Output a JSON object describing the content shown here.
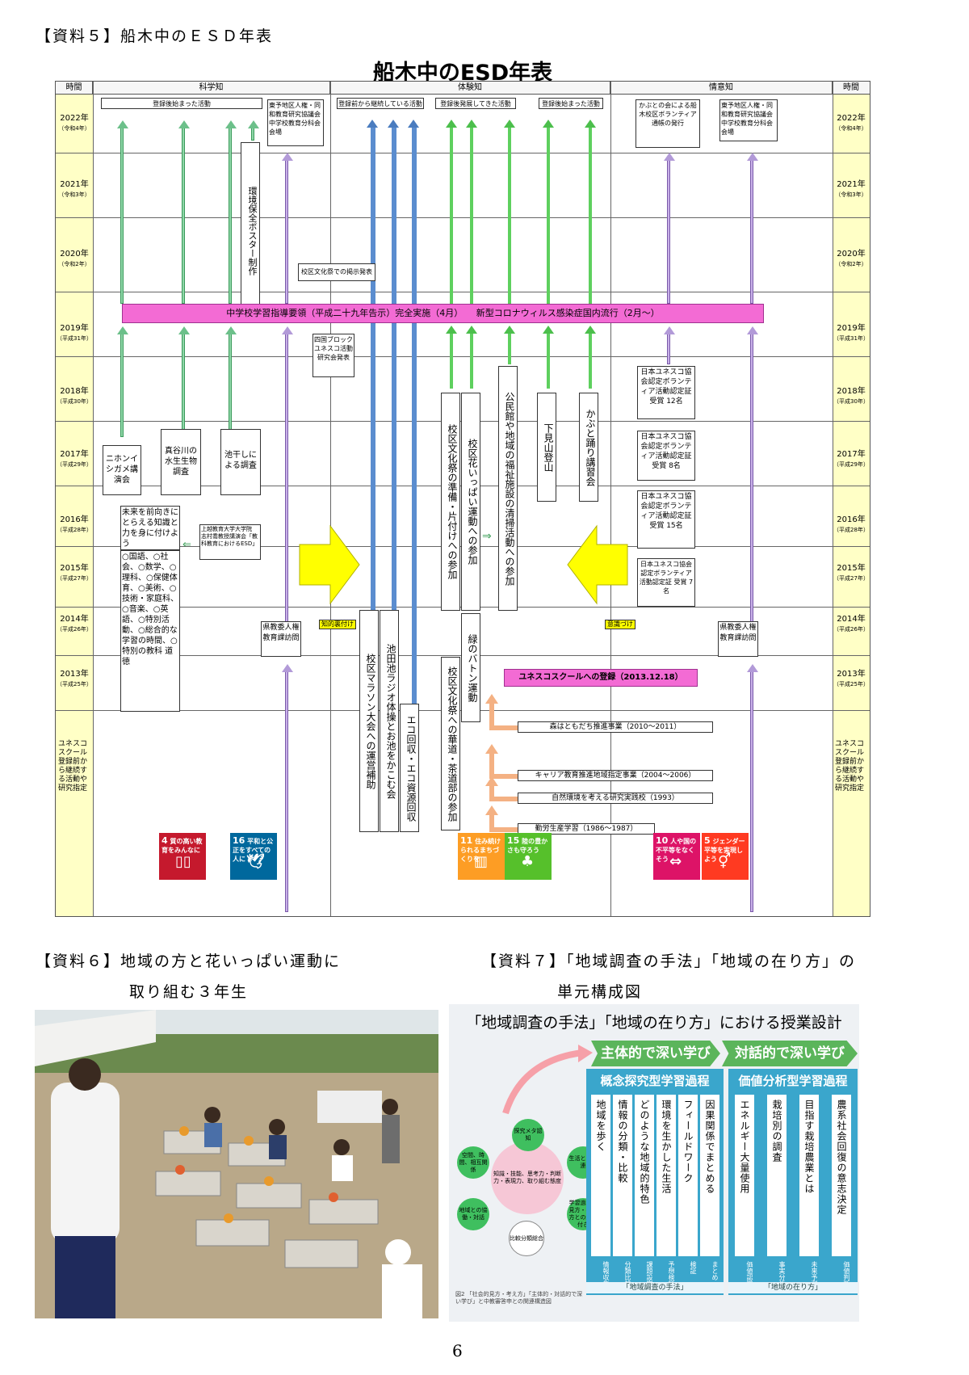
{
  "captions": {
    "c5": "【資料５】船木中のＥＳＤ年表",
    "c6a": "【資料６】地域の方と花いっぱい運動に",
    "c6b": "取り組む３年生",
    "c7a": "【資料７】「地域調査の手法」「地域の在り方」の",
    "c7b": "単元構成図"
  },
  "page_number": "6",
  "timeline": {
    "title": "船木中のESD年表",
    "headers": {
      "time": "時間",
      "science": "科学知",
      "experience": "体験知",
      "emotion": "情意知"
    },
    "years": [
      {
        "y": "2022年",
        "s": "（令和4年）"
      },
      {
        "y": "2021年",
        "s": "（令和3年）"
      },
      {
        "y": "2020年",
        "s": "（令和2年）"
      },
      {
        "y": "2019年",
        "s": "（平成31年）"
      },
      {
        "y": "2018年",
        "s": "（平成30年）"
      },
      {
        "y": "2017年",
        "s": "（平成29年）"
      },
      {
        "y": "2016年",
        "s": "（平成28年）"
      },
      {
        "y": "2015年",
        "s": "（平成27年）"
      },
      {
        "y": "2014年",
        "s": "（平成26年）"
      },
      {
        "y": "2013年",
        "s": "（平成25年）"
      }
    ],
    "bottom_label": "ユネスコスクール登録前から継続する活動や研究指定",
    "top_boxes": {
      "b1": "登録後始まった活動",
      "b2": "東予地区人権・同和教育研究協議会 中学校教育分科会 会場",
      "b3": "登録前から継続している活動",
      "b4": "登録後発展してきた活動",
      "b5": "登録後始まった活動",
      "b6": "かぶとの会による船木校区ボランティア通帳の発行",
      "b7": "東予地区人権・同和教育研究協議会中学校教育分科会会場"
    },
    "poster": "環境保全ポスター制作",
    "school_fest": "校区文化祭での掲示発表",
    "shikoku": "四国ブロックユネスコ活動研究会発表",
    "magenta": "中学校学習指導要領（平成二十九年告示）完全実施（4月）　　新型コロナウィルス感染症国内流行（2月～）",
    "nihon": "ニホンイシガメ講演会",
    "shinya": "真谷川の水生生物調査",
    "ike": "池干しによる調査",
    "future": "未来を前向きにとらえる知識と力を身に付けよう",
    "subjects": "○国語、○社会、○数学、○理科、○保健体育、○美術、○技術・家庭科、○音楽、○英語、○特別活動、○総合的な学習の時間、○特別の教科 道徳",
    "joetsu": "上越教育大学大学院 志村喬教授講演会「教科教育におけるESD」",
    "kenkyo1": "県教委人権教育課訪問",
    "kenkyo2": "県教委人権教育課訪問",
    "chiteki": "知的裏付け",
    "ishiki": "意識づけ",
    "marathon": "校区マラソン大会への運営補助",
    "radio": "池田池ラジオ体操とお池をかこむ会",
    "eco": "エコ回収・エコ資源回収",
    "bunka1": "校区文化祭の準備・片付けへの参加",
    "hana": "校区花いっぱい運動への参加",
    "kominkan": "公民館や地域の福祉施設の清掃活動への参加",
    "shimokan": "下見山登山",
    "kabuto": "かぶと踊り講習会",
    "midori": "緑のバトン運動",
    "bunka2": "校区文化祭への華道・茶道部の参加",
    "unesco": "ユネスコスクールへの登録（2013.12.18）",
    "mori": "森はともだち推進事業（2010～2011）",
    "career": "キャリア教育推進地域指定事業（2004～2006）",
    "shizen": "自然環境を考える研究実践校（1993）",
    "kinro": "勤労生産学習（1986～1987）",
    "vol1": "日本ユネスコ協会認定ボランティア活動認定証 受賞 12名",
    "vol2": "日本ユネスコ協会認定ボランティア活動認定証 受賞 8名",
    "vol3": "日本ユネスコ協会認定ボランティア活動認定証 受賞 15名",
    "vol4": "日本ユネスコ協会認定ボランティア活動認定証 受賞 7名",
    "sdgs": [
      {
        "n": "4",
        "t": "質の高い教育をみんなに",
        "color": "#c5192d"
      },
      {
        "n": "16",
        "t": "平和と公正をすべての人に",
        "color": "#00689d"
      },
      {
        "n": "11",
        "t": "住み続けられるまちづくりを",
        "color": "#fd9d24"
      },
      {
        "n": "15",
        "t": "陸の豊かさも守ろう",
        "color": "#56c02b"
      },
      {
        "n": "10",
        "t": "人や国の不平等をなくそう",
        "color": "#dd1367"
      },
      {
        "n": "5",
        "t": "ジェンダー平等を実現しよう",
        "color": "#ff3a21"
      }
    ]
  },
  "unit": {
    "title": "「地域調査の手法」「地域の在り方」における授業設計",
    "chev1": "主体的で深い学び",
    "chev2": "対話的で深い学び",
    "panel1": "概念探究型学習過程",
    "panel2": "価値分析型学習過程",
    "steps1": [
      "地域を歩く",
      "情報の分類・比較",
      "どのような地域的特色",
      "環境を生かした生活",
      "フィールドワーク",
      "因果関係でまとめる"
    ],
    "subs1": [
      "情報収集",
      "分類比較",
      "課題設定",
      "予想検証",
      "検証",
      "まとめ"
    ],
    "foot1": "「地域調査の手法」",
    "steps2": [
      "エネルギー大量使用",
      "栽培別の調査",
      "目指す栽培農業とは",
      "農系社会回復の意志決定"
    ],
    "subs2": [
      "価値認識",
      "事実分析",
      "未来予測",
      "価値判断"
    ],
    "foot2": "「地域の在り方」",
    "c_center": "知識・技能、思考力・判断力・表現力、取り組む態度",
    "c_top": "探究メタ認知",
    "c_tl": "空間、時間、相互関係",
    "c_tr": "生活との関連",
    "c_l": "地域との協働・対話",
    "c_r": "学習過程と見方・考え方との結び付き",
    "c_b": "比較分類総合",
    "note": "図2 「社会的見方・考え方」「主体的・対話的で深い学び」と中教審答申との関連構造図"
  }
}
